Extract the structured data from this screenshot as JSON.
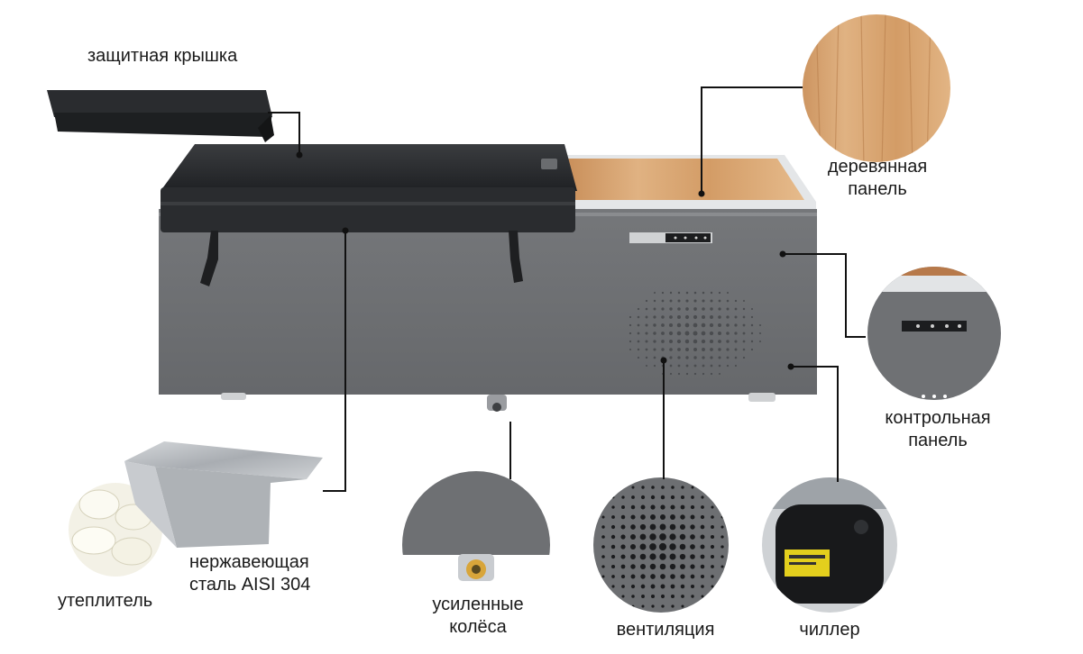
{
  "labels": {
    "lid": "защитная крышка",
    "wood_panel_line1": "деревянная",
    "wood_panel_line2": "панель",
    "control_panel_line1": "контрольная",
    "control_panel_line2": "панель",
    "insulation": "утеплитель",
    "steel_line1": "нержавеющая",
    "steel_line2": "сталь AISI 304",
    "wheels_line1": "усиленные",
    "wheels_line2": "колёса",
    "ventilation": "вентиляция",
    "chiller": "чиллер"
  },
  "colors": {
    "body": "#6d6f72",
    "body_dark": "#5c5e61",
    "lid": "#2b2d30",
    "wood": "#d7a878",
    "steel": "#b9bcc0"
  },
  "icons": {
    "wood_sample": "wood-texture",
    "control_zoom": "control-panel-zoom",
    "wheel_zoom": "caster-wheel",
    "vent_zoom": "vent-grille",
    "chiller_zoom": "compressor",
    "insulation_zoom": "foam-insulation",
    "steel_tray": "steel-tray"
  }
}
